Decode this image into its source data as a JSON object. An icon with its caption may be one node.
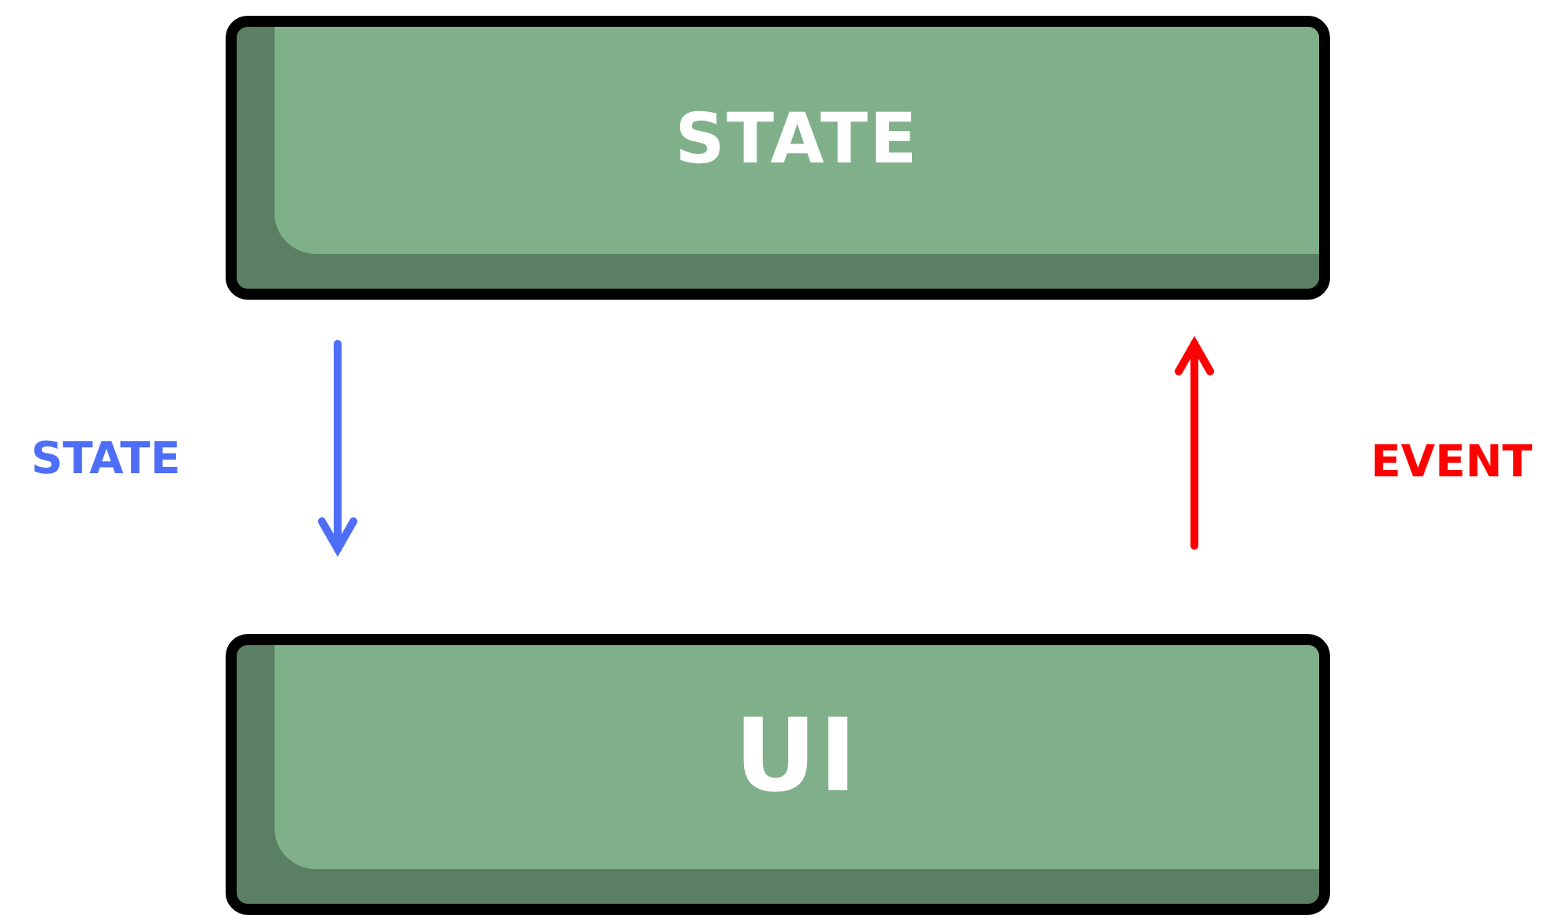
{
  "diagram": {
    "nodes": [
      {
        "text": [
          "STATE"
        ]
      },
      {
        "text": [
          "UI"
        ]
      }
    ],
    "edges": [
      {
        "from": 0,
        "to": 1,
        "arrow": "to",
        "label": "STATE",
        "color": "#4f6ef7"
      },
      {
        "from": 1,
        "to": 0,
        "arrow": "to",
        "label": "EVENT",
        "color": "#ff0000"
      }
    ]
  }
}
